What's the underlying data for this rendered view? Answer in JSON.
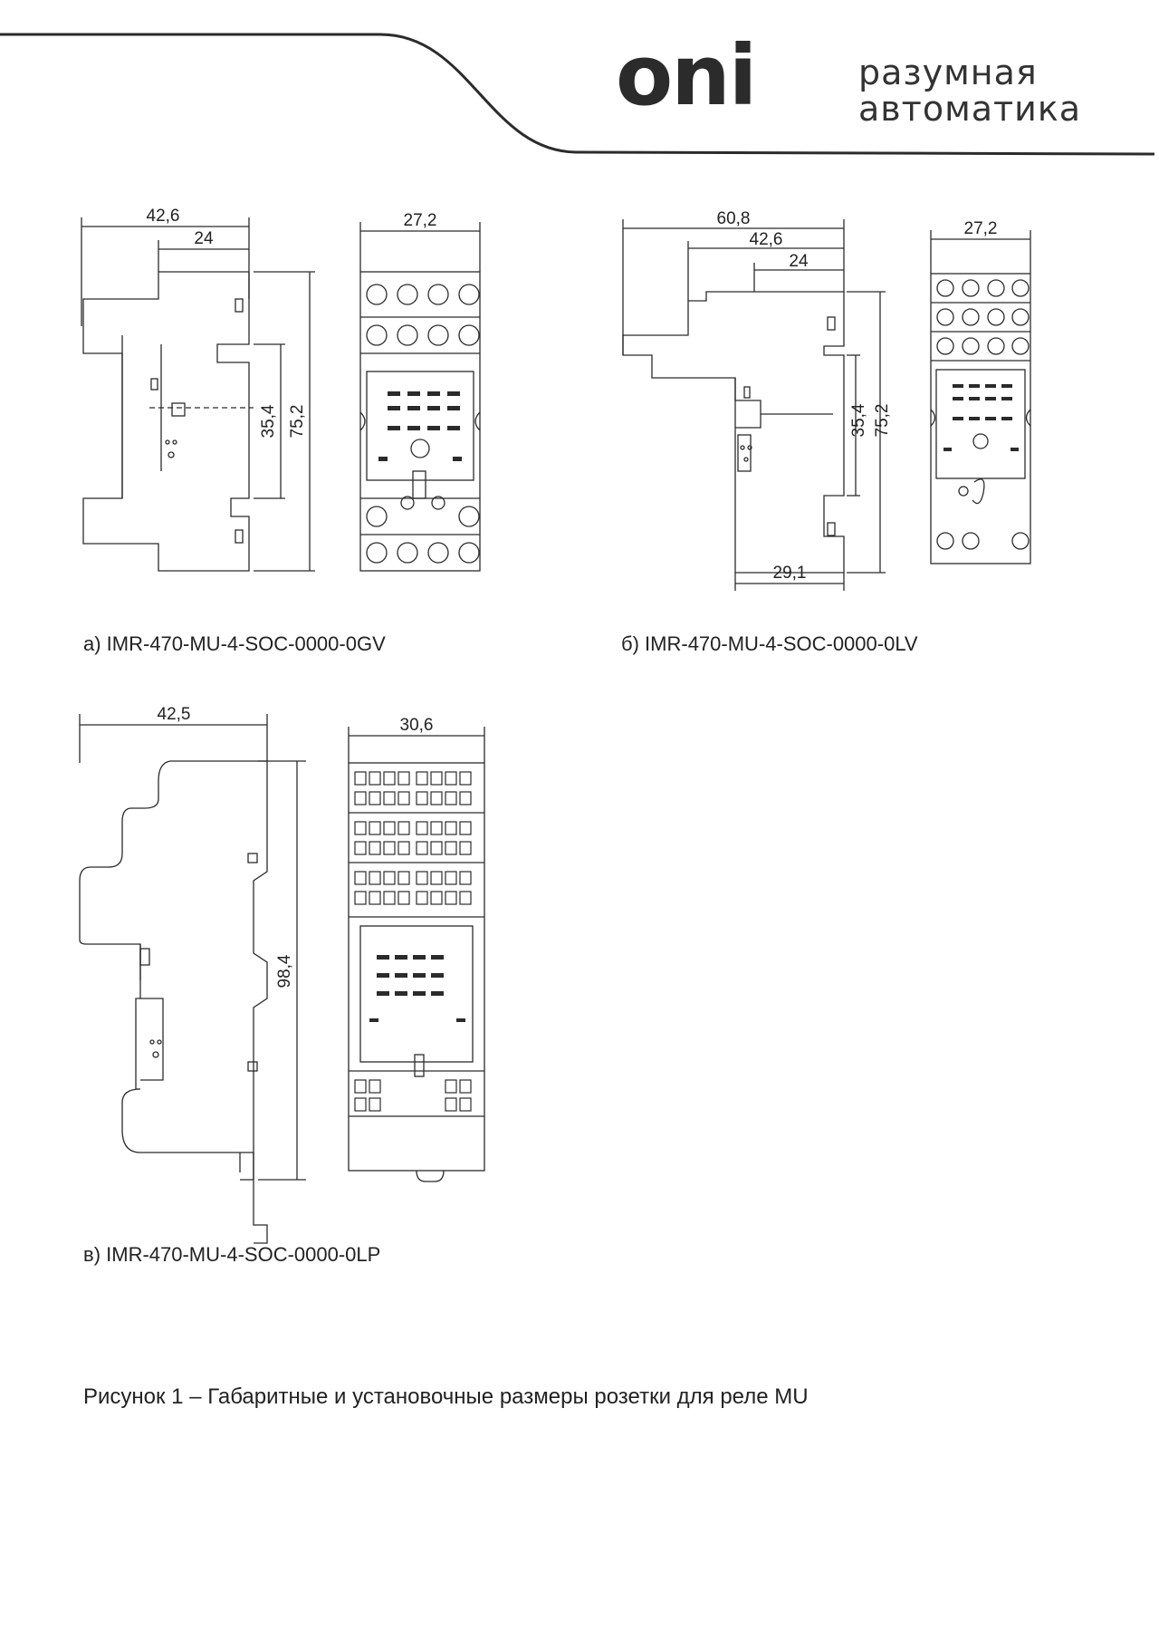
{
  "brand": {
    "logo": "oni",
    "slogan_line1": "разумная",
    "slogan_line2": "автоматика"
  },
  "colors": {
    "line": "#2b2b2b",
    "dim": "#222222",
    "background": "#ffffff"
  },
  "figures": [
    {
      "id": "a",
      "caption": "а) IMR-470-MU-4-SOC-0000-0GV",
      "dimensions": {
        "total_width": "42,6",
        "inner_width": "24",
        "front_width": "27,2",
        "rail_height": "35,4",
        "total_height": "75,2"
      }
    },
    {
      "id": "b",
      "caption": "б)  IMR-470-MU-4-SOC-0000-0LV",
      "dimensions": {
        "total_width": "60,8",
        "mid_width": "42,6",
        "inner_width": "24",
        "front_width": "27,2",
        "rail_height": "35,4",
        "total_height": "75,2",
        "bottom_width": "29,1"
      }
    },
    {
      "id": "v",
      "caption": "в)  IMR-470-MU-4-SOC-0000-0LP",
      "dimensions": {
        "total_width": "42,5",
        "front_width": "30,6",
        "total_height": "98,4"
      }
    }
  ],
  "figure_caption": "Рисунок 1 – Габаритные и установочные размеры розетки для реле MU"
}
